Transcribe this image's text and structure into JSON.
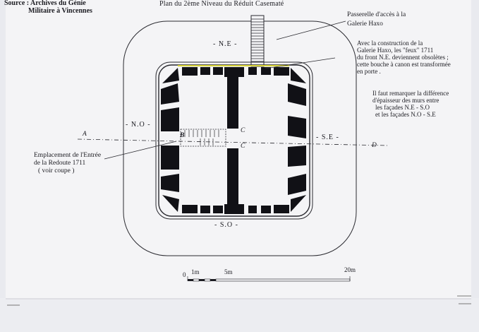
{
  "header": {
    "source_line1": "Source : Archives du Génie",
    "source_line2": "Militaire à Vincennes",
    "title": "Plan du 2ème Niveau du Réduit Casematé"
  },
  "annotations": {
    "passerelle_1": "Passerelle d'accès à la",
    "passerelle_2": "Galerie Haxo",
    "galerie_1": "Avec la construction de la",
    "galerie_2": "Galerie Haxo, les \"feux\" 1711",
    "galerie_3": "du front N.E. deviennent obsolètes ;",
    "galerie_4": "cette bouche à canon est transformée",
    "galerie_5": "en porte .",
    "remarque_1": "Il faut remarquer la différence",
    "remarque_2": "d'épaisseur des murs entre",
    "remarque_3": "les façades N.E - S.O",
    "remarque_4": "et les façades N.O - S.E",
    "entree_1": "Emplacement de l'Entrée",
    "entree_2": "de la Redoute 1711",
    "entree_3": "( voir coupe )"
  },
  "orientation": {
    "ne": "- N.E -",
    "no": "- N.O -",
    "se": "- S.E -",
    "so": "- S.O -"
  },
  "section_letters": {
    "a": "A",
    "b": "B",
    "c_top": "C",
    "c_bottom": "C",
    "d": "D"
  },
  "scale_bar": {
    "zero": "0",
    "one": "1m",
    "five": "5m",
    "twenty": "20m"
  },
  "colors": {
    "ink": "#1c1c22",
    "paper": "#f4f4f6",
    "highlight": "#d8d33a"
  }
}
